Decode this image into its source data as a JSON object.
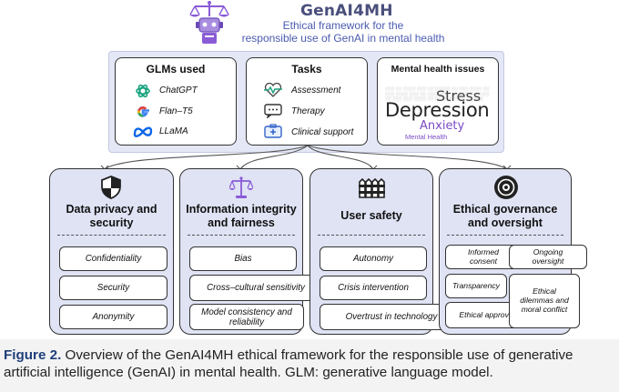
{
  "header": {
    "title": "GenAI4MH",
    "subtitle_line1": "Ethical framework for the",
    "subtitle_line2": "responsible use of GenAI in mental health"
  },
  "glms": {
    "title": "GLMs used",
    "items": [
      "ChatGPT",
      "Flan–T5",
      "LLaMA"
    ]
  },
  "tasks": {
    "title": "Tasks",
    "items": [
      "Assessment",
      "Therapy",
      "Clinical support"
    ]
  },
  "mental_health": {
    "title": "Mental health issues",
    "words": [
      "Stress",
      "Depression",
      "Anxiety",
      "Mental Health"
    ]
  },
  "columns": [
    {
      "title_line1": "Data privacy and",
      "title_line2": "security",
      "items": [
        "Confidentiality",
        "Security",
        "Anonymity"
      ]
    },
    {
      "title_line1": "Information integrity",
      "title_line2": "and fairness",
      "items": [
        "Bias",
        "Cross–cultural sensitivity",
        "Model consistency and reliability"
      ]
    },
    {
      "title_line1": "User safety",
      "title_line2": "",
      "items": [
        "Autonomy",
        "Crisis intervention",
        "Overtrust in technology"
      ]
    },
    {
      "title_line1": "Ethical governance",
      "title_line2": "and oversight",
      "items": [
        "Informed consent",
        "Ongoing oversight",
        "Transparency",
        "Ethical approval",
        "Ethical dilemmas and moral conflict"
      ]
    }
  ],
  "caption": {
    "label": "Figure 2.",
    "text": " Overview of the GenAI4MH ethical framework for the responsible use of generative artificial intelligence (GenAI) in mental health. GLM: generative language model."
  },
  "colors": {
    "accent": "#4b5bb0",
    "panel": "#dfe3f4",
    "icon_purple": "#8a5bd6"
  },
  "icons": [
    "robot-scales-icon",
    "openai-icon",
    "google-icon",
    "meta-icon",
    "heartbeat-icon",
    "chat-icon",
    "medkit-icon",
    "shield-icon",
    "scales-icon",
    "fence-icon",
    "target-icon"
  ]
}
